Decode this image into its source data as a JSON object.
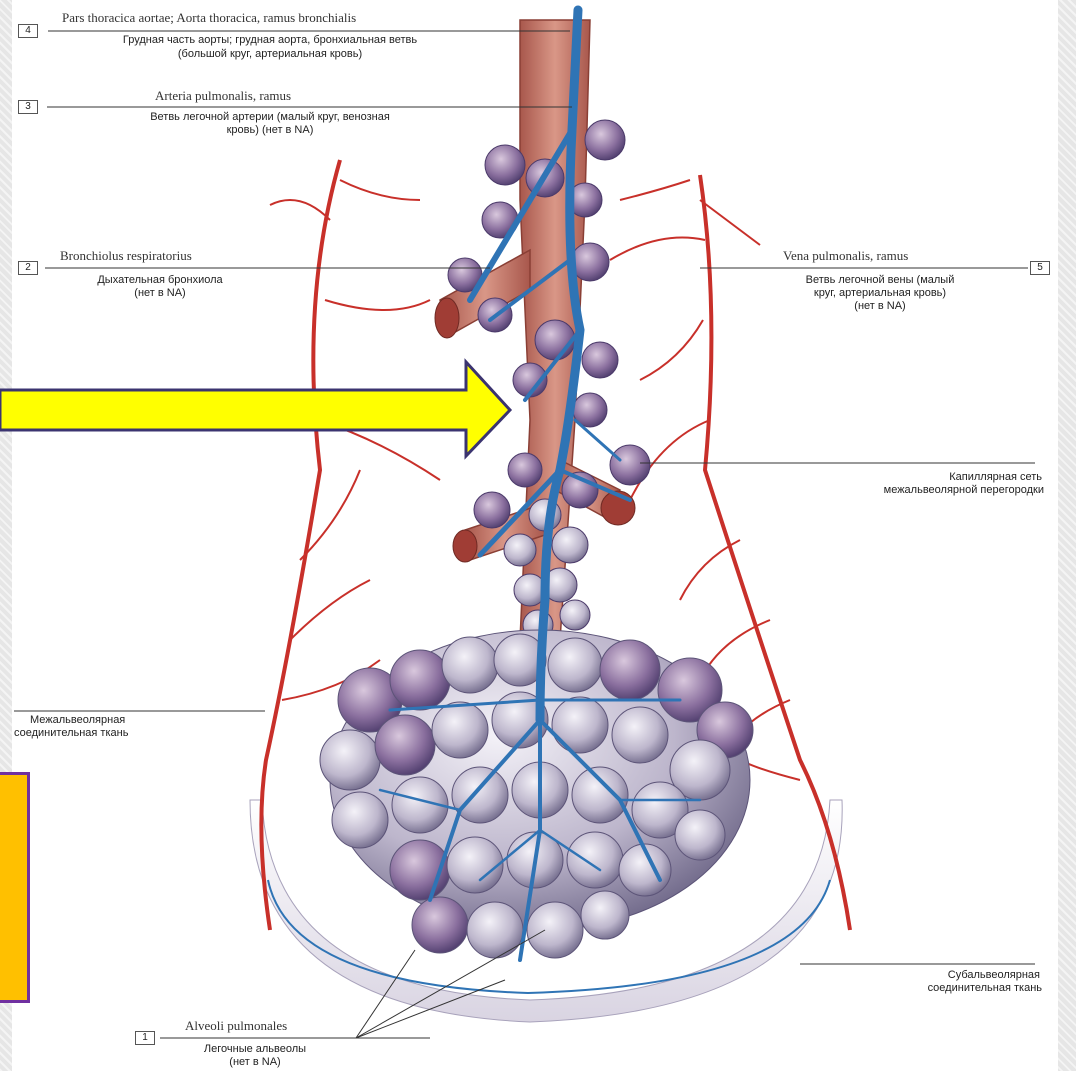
{
  "labels": {
    "l4": {
      "number": "4",
      "latin": "Pars thoracica aortae; Aorta thoracica, ramus bronchialis",
      "ru1": "Грудная часть аорты; грудная аорта, бронхиальная ветвь",
      "ru2": "(большой круг, артериальная кровь)"
    },
    "l3": {
      "number": "3",
      "latin": "Arteria pulmonalis, ramus",
      "ru1": "Ветвь легочной артерии (малый круг, венозная",
      "ru2": "кровь) (нет в NA)"
    },
    "l2": {
      "number": "2",
      "latin": "Bronchiolus respiratorius",
      "ru1": "Дыхательная бронхиола",
      "ru2": "(нет в NA)"
    },
    "l5": {
      "number": "5",
      "latin": "Vena pulmonalis, ramus",
      "ru1": "Ветвь легочной вены (малый",
      "ru2": "круг, артериальная кровь)",
      "ru3": "(нет в NA)"
    },
    "capillary": {
      "ru1": "Капиллярная сеть",
      "ru2": "межальвеолярной перегородки"
    },
    "interalveolar": {
      "ru1": "Межальвеолярная",
      "ru2": "соединительная ткань"
    },
    "subalveolar": {
      "ru1": "Субальвеолярная",
      "ru2": "соединительная ткань"
    },
    "l1": {
      "number": "1",
      "latin": "Alveoli pulmonales",
      "ru1": "Легочные альвеолы",
      "ru2": "(нет в NA)"
    }
  },
  "colors": {
    "artery_red": "#c8302a",
    "vein_blue": "#2f74b5",
    "bronchiole": "#c97a6a",
    "alveoli": "#b9b2c8",
    "arrow_fill": "#ffff00",
    "arrow_border": "#3b3470",
    "box_fill": "#ffc000",
    "box_border": "#7030a0"
  }
}
